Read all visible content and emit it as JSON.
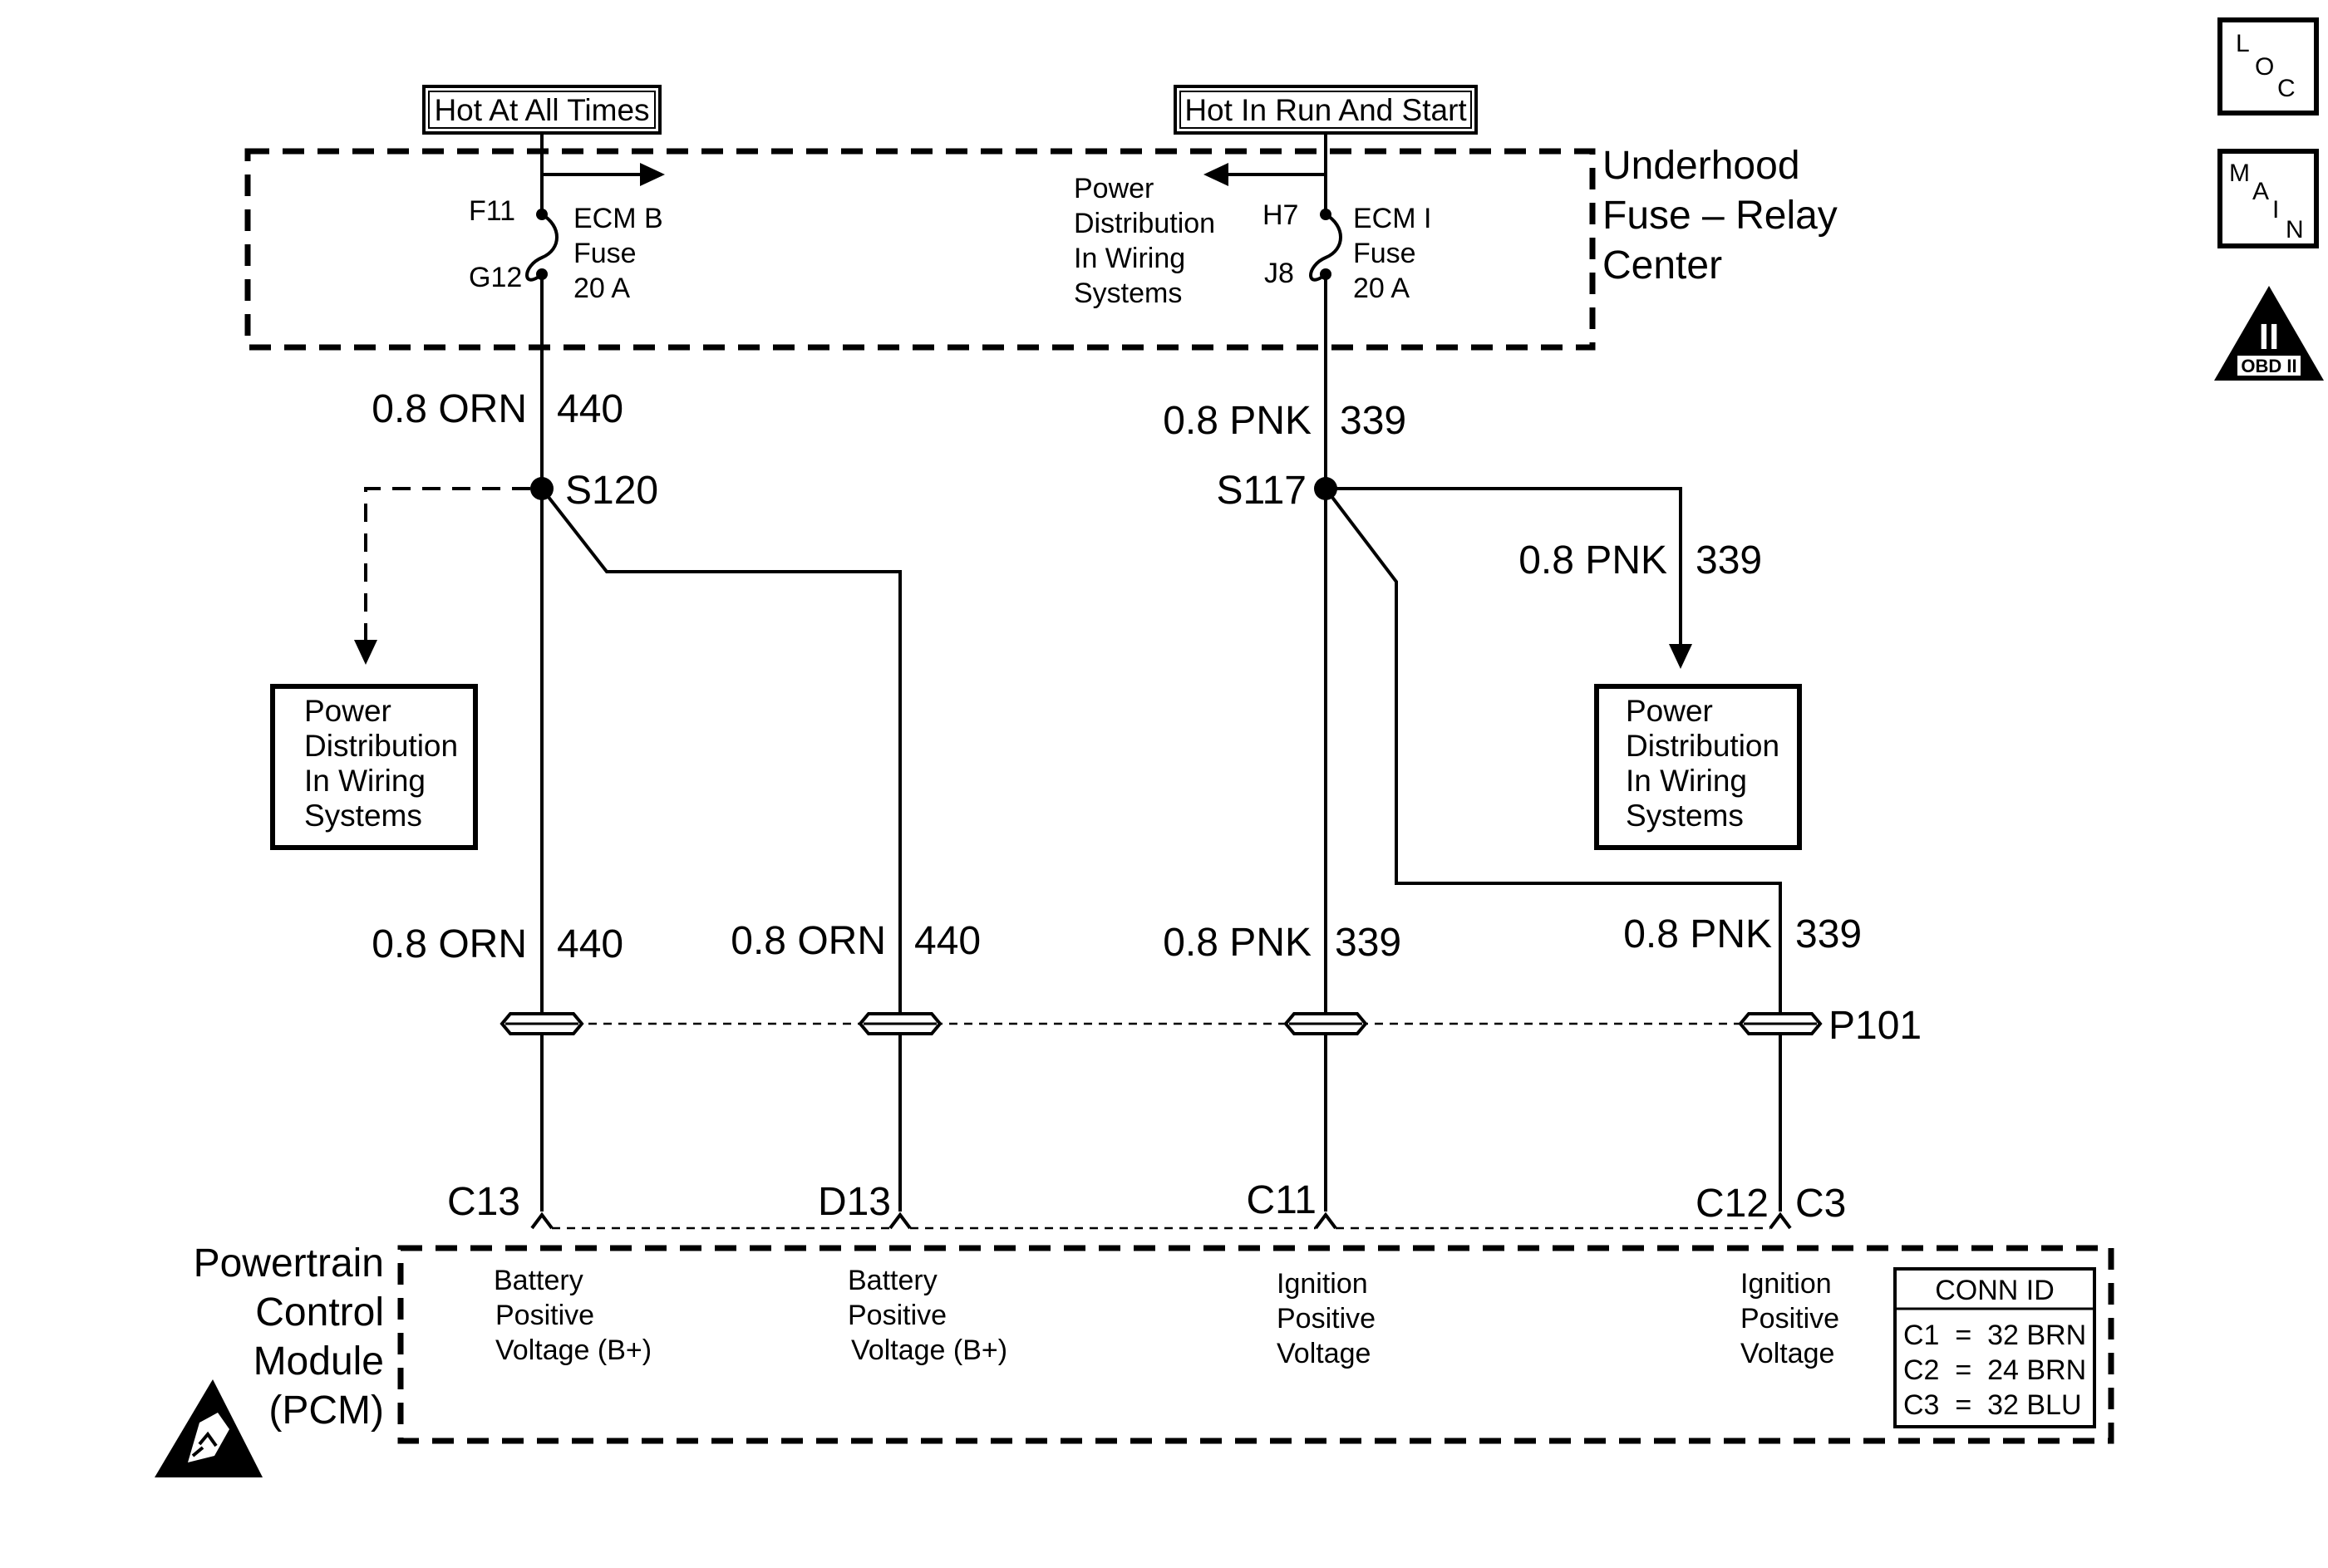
{
  "power_sources": {
    "hot_at_all_times": "Hot At All Times",
    "hot_in_run_and_start": "Hot In Run And Start"
  },
  "fuse_center": {
    "title_line1": "Underhood",
    "title_line2": "Fuse – Relay",
    "title_line3": "Center",
    "left_fuse": {
      "top_pin": "F11",
      "bottom_pin": "G12",
      "name_line1": "ECM B",
      "name_line2": "Fuse",
      "name_line3": "20 A"
    },
    "right_fuse": {
      "top_pin": "H7",
      "bottom_pin": "J8",
      "name_line1": "ECM I",
      "name_line2": "Fuse",
      "name_line3": "20 A"
    },
    "power_dist": {
      "line1": "Power",
      "line2": "Distribution",
      "line3": "In Wiring",
      "line4": "Systems"
    }
  },
  "wires": {
    "orn_gauge": "0.8 ORN",
    "orn_circuit": "440",
    "pnk_gauge": "0.8 PNK",
    "pnk_circuit": "339"
  },
  "splices": {
    "left": "S120",
    "right": "S117"
  },
  "power_dist_box": {
    "line1": "Power",
    "line2": "Distribution",
    "line3": "In Wiring",
    "line4": "Systems"
  },
  "connector": "P101",
  "pins": {
    "c13": "C13",
    "d13": "D13",
    "c11": "C11",
    "c12": "C12",
    "c3": "C3"
  },
  "pcm": {
    "line1": "Powertrain",
    "line2": "Control",
    "line3": "Module",
    "line4": "(PCM)",
    "battery_line1": "Battery",
    "battery_line2": "Positive",
    "battery_line3": "Voltage (B+)",
    "ignition_line1": "Ignition",
    "ignition_line2": "Positive",
    "ignition_line3": "Voltage"
  },
  "conn_id": {
    "title": "CONN ID",
    "c1": "C1  =  32 BRN",
    "c2": "C2  =  24 BRN",
    "c3": "C3  =  32 BLU"
  },
  "nav": {
    "loc_l": "L",
    "loc_o": "O",
    "loc_c": "C",
    "main_m": "M",
    "main_a": "A",
    "main_i": "I",
    "main_n": "N",
    "obd_numeral": "II",
    "obd_label": "OBD II"
  },
  "icons": {
    "esd": "esd-warning-icon",
    "loc": "locator-icon",
    "main": "main-menu-icon",
    "obd": "obd-ii-icon"
  }
}
